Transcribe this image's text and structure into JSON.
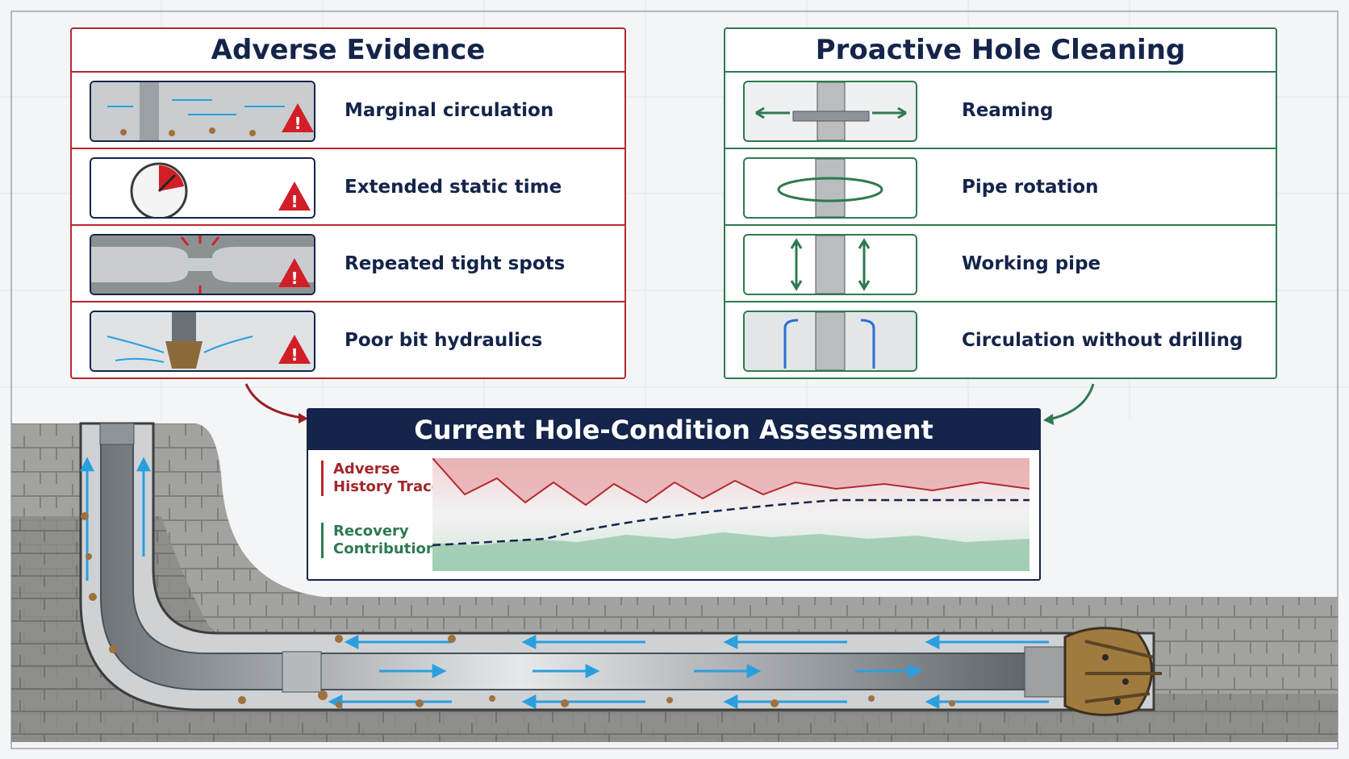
{
  "adverse": {
    "title": "Adverse Evidence",
    "items": [
      {
        "label": "Marginal circulation"
      },
      {
        "label": "Extended static time"
      },
      {
        "label": "Repeated tight spots"
      },
      {
        "label": "Poor bit hydraulics"
      }
    ]
  },
  "proactive": {
    "title": "Proactive Hole Cleaning",
    "items": [
      {
        "label": "Reaming"
      },
      {
        "label": "Pipe rotation"
      },
      {
        "label": "Working pipe"
      },
      {
        "label": "Circulation without drilling"
      }
    ]
  },
  "assessment": {
    "title": "Current Hole-Condition Assessment",
    "legend_adverse": "Adverse History Trace",
    "legend_recovery": "Recovery Contribution"
  },
  "colors": {
    "navy": "#14244a",
    "adverse_red": "#b5292f",
    "recovery_green": "#2e7a4f",
    "flow_blue": "#2a9fe0",
    "rock": "#8a8a8a",
    "cuttings": "#a0713d"
  },
  "icons": {
    "warning": "warning-triangle-icon",
    "gauge": "static-time-gauge-icon"
  }
}
